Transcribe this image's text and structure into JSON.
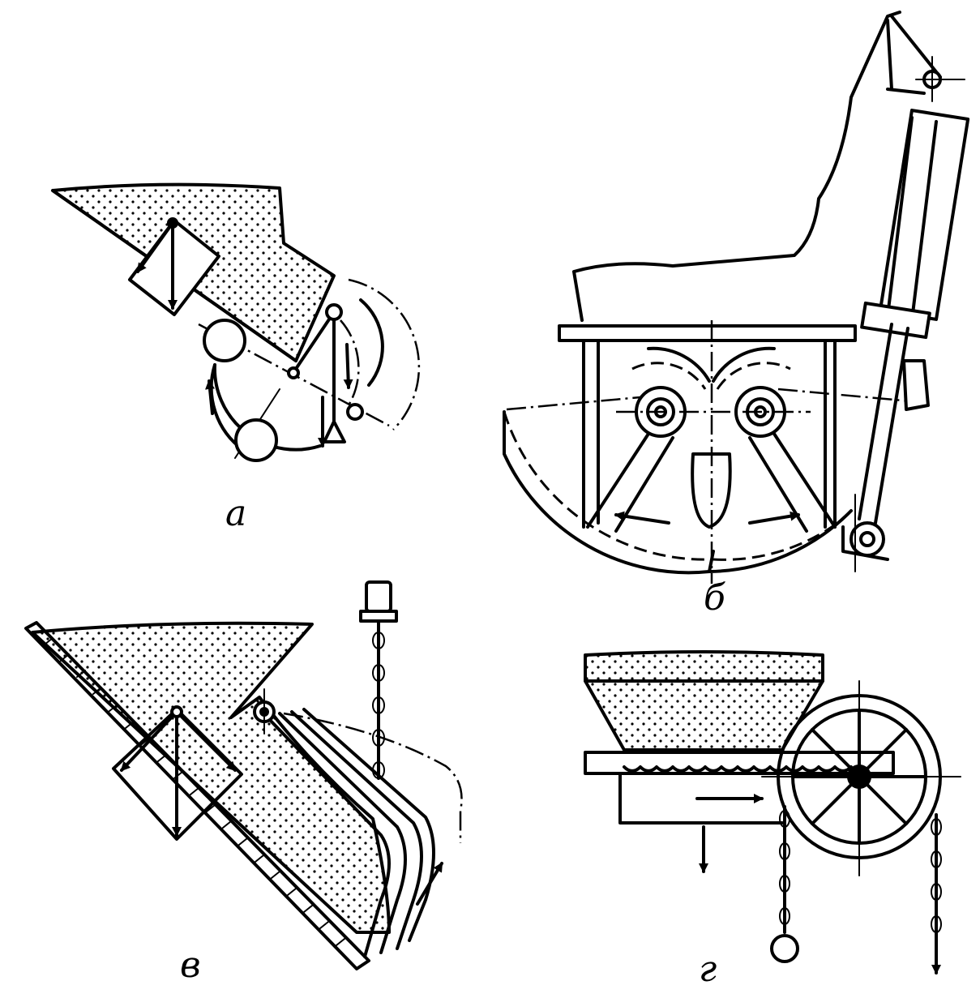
{
  "panels": [
    {
      "id": "a",
      "label": "а"
    },
    {
      "id": "b",
      "label": "б"
    },
    {
      "id": "v",
      "label": "в"
    },
    {
      "id": "g",
      "label": "г"
    }
  ],
  "colors": {
    "ink": "#000000",
    "paper": "#ffffff"
  }
}
